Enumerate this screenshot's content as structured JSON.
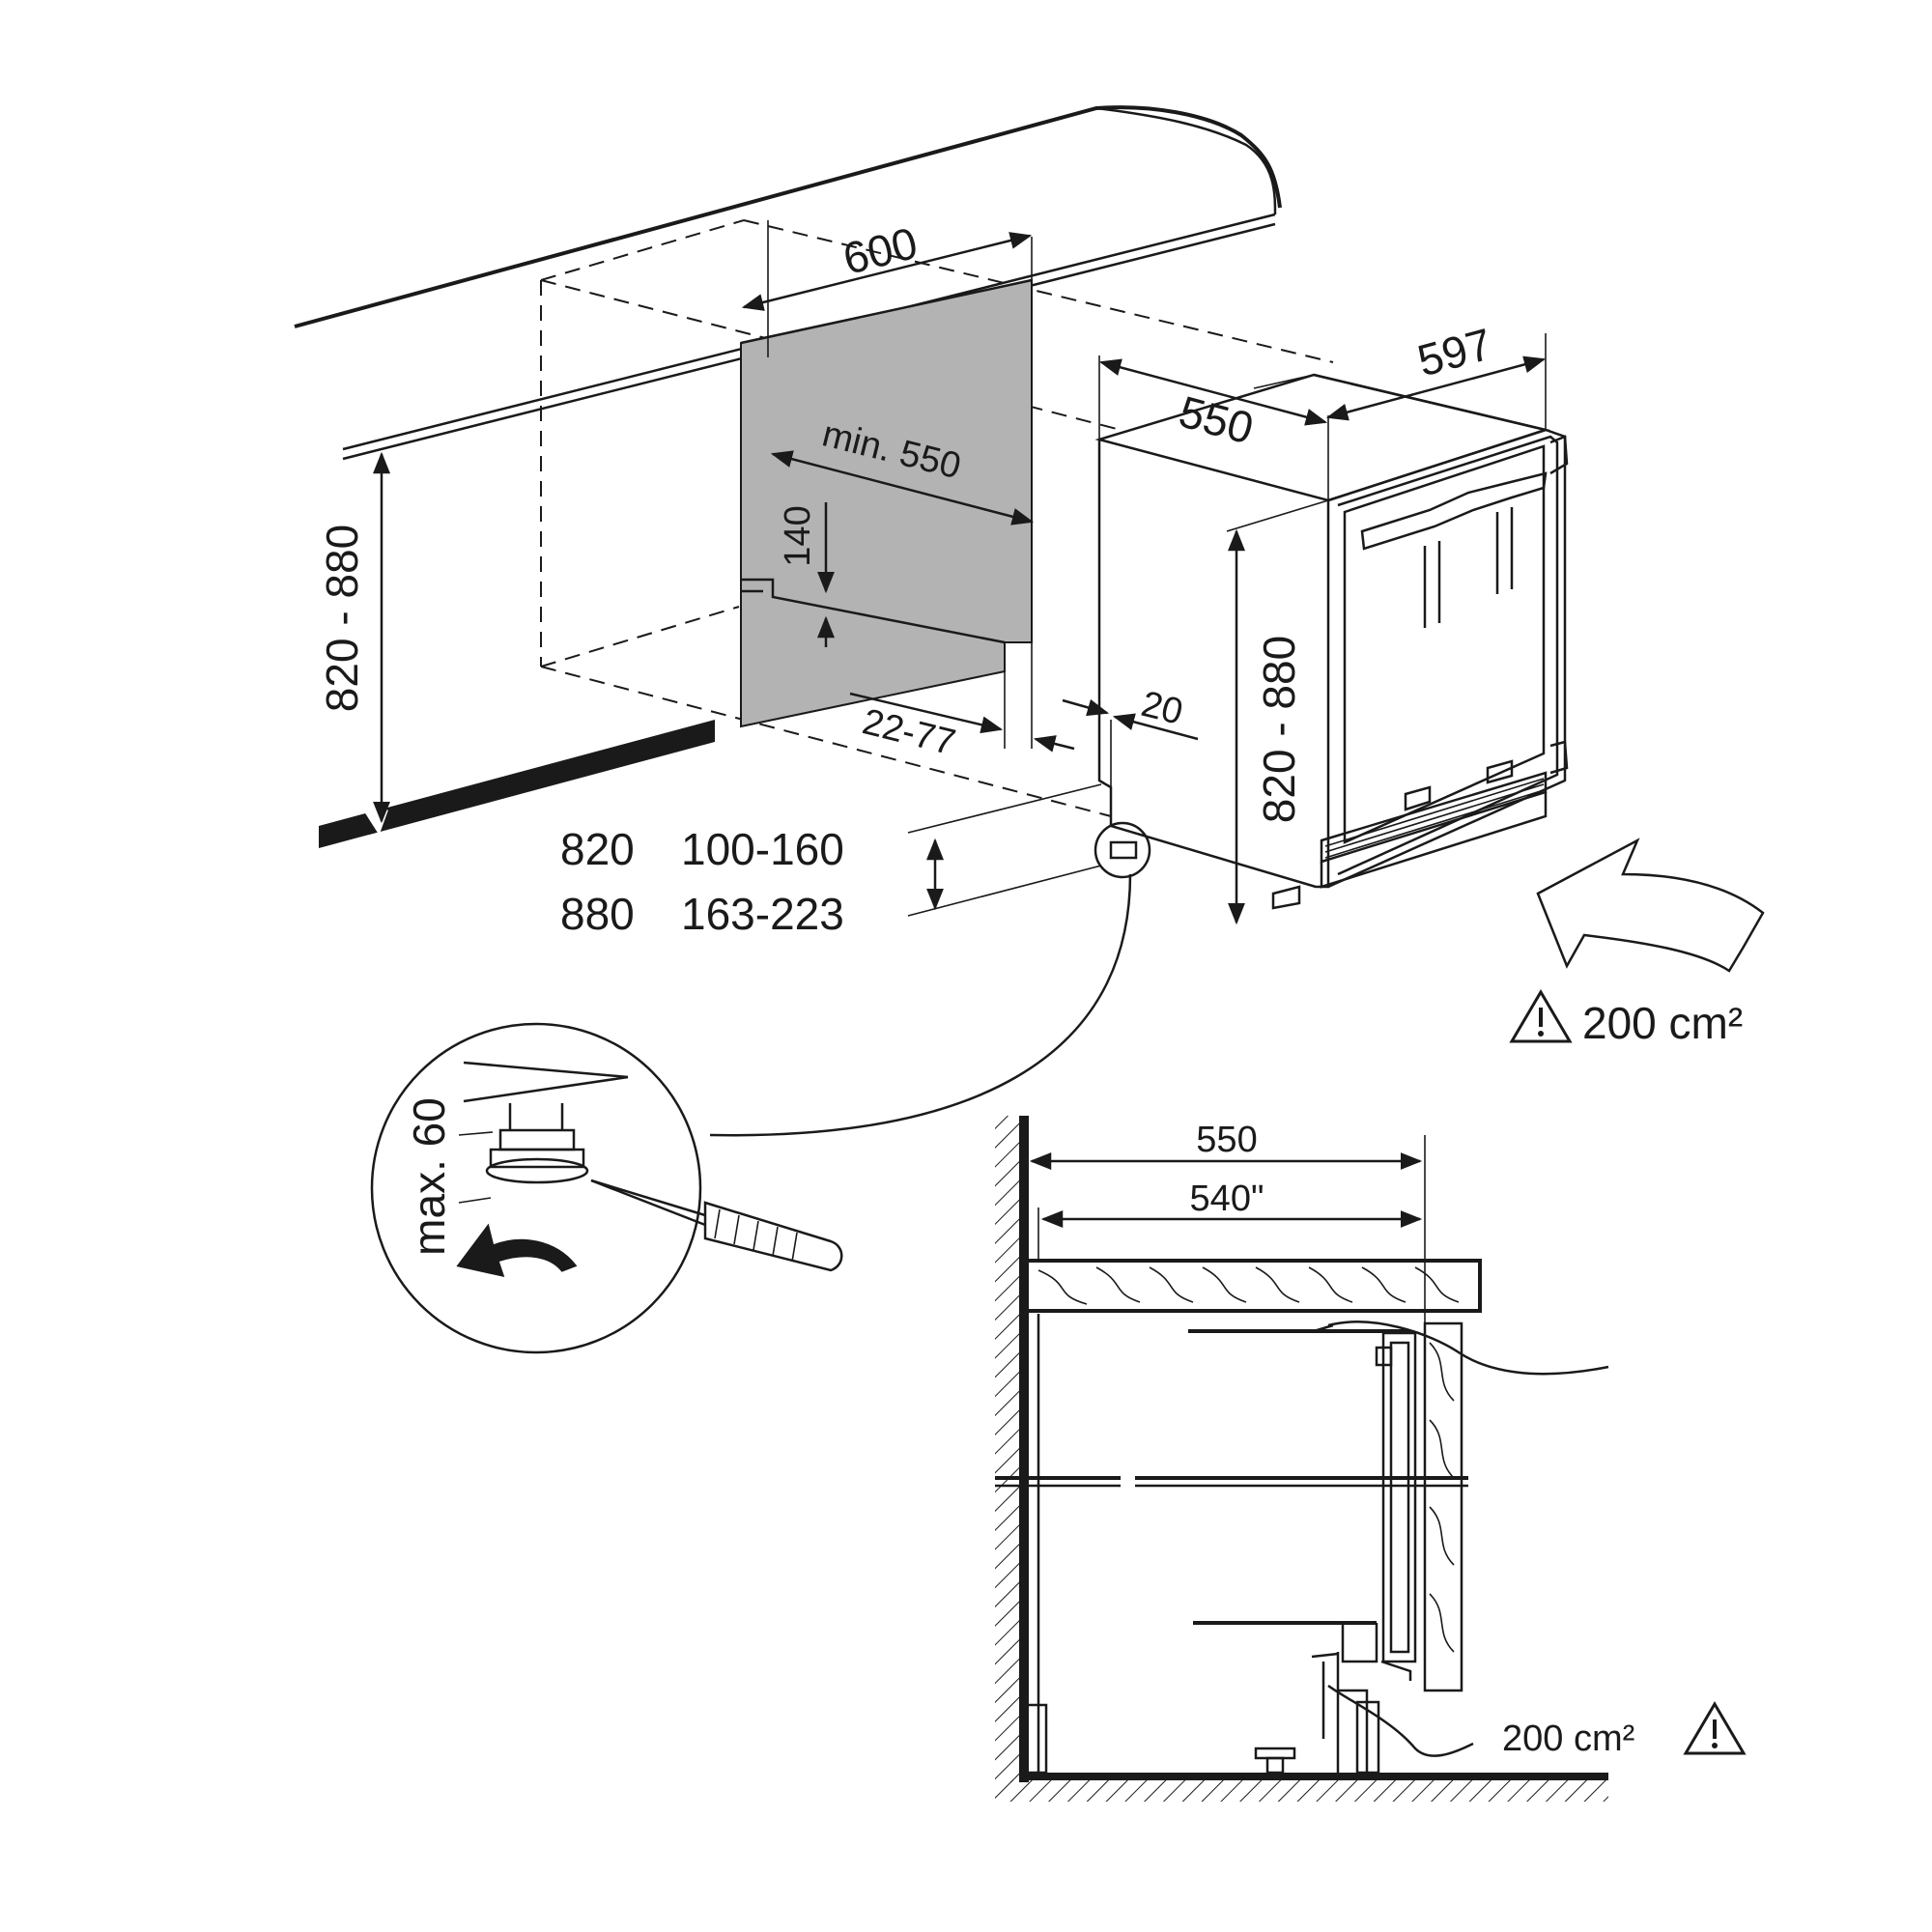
{
  "niche": {
    "width_label": "600",
    "depth_label": "min. 550",
    "vent_height_label": "140",
    "plinth_depth_label": "22-77",
    "height_label": "820 - 880"
  },
  "appliance": {
    "width_label": "597",
    "depth_label": "550",
    "door_gap_label": "20",
    "height_label": "820 - 880"
  },
  "plinth_table": {
    "rows": [
      {
        "height": "820",
        "range": "100-160"
      },
      {
        "height": "880",
        "range": "163-223"
      }
    ]
  },
  "vent_warning": {
    "label": "200 cm²"
  },
  "foot_detail": {
    "label": "max. 60"
  },
  "section": {
    "depth_label": "550",
    "inner_depth_label": "540\"",
    "vent_warning": {
      "label": "200 cm²"
    }
  },
  "icons": {
    "warning": "warning-triangle-icon",
    "screwdriver": "screwdriver-icon",
    "rotate_arrow": "rotate-arrow-icon",
    "airflow_arrow": "airflow-arrow-icon"
  },
  "colors": {
    "niche_fill": "#b3b3b3",
    "ink": "#1a1a1a"
  }
}
